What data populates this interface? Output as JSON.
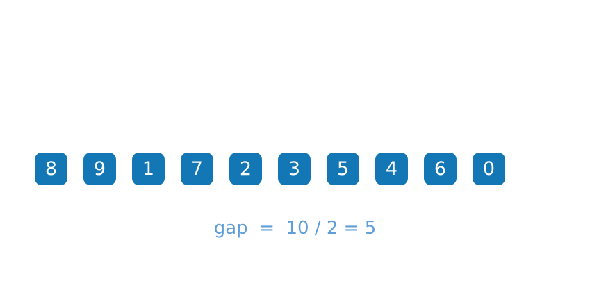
{
  "array": {
    "values": [
      "8",
      "9",
      "1",
      "7",
      "2",
      "3",
      "5",
      "4",
      "6",
      "0"
    ]
  },
  "caption": {
    "text": "gap  =  10 / 2 = 5"
  },
  "colors": {
    "background": "#ffffff",
    "cell_fill": "#1277b4",
    "cell_text": "#ffffff",
    "caption_text": "#5f9ed7"
  }
}
